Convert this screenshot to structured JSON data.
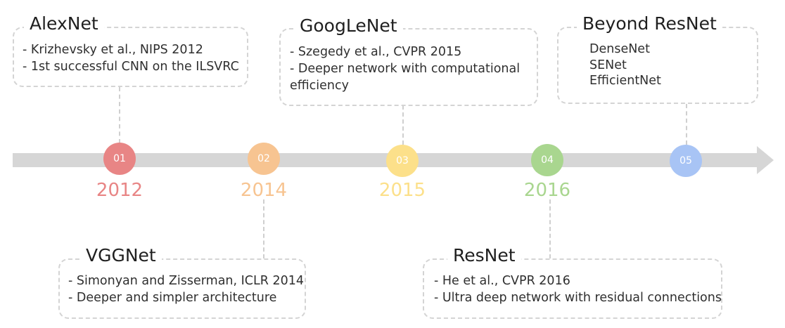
{
  "milestones": [
    {
      "num": "01",
      "year": "2012",
      "color": "#e88585",
      "title": "AlexNet",
      "lines": [
        "- Krizhevsky et al., NIPS 2012",
        "- 1st successful CNN on the ILSVRC"
      ]
    },
    {
      "num": "02",
      "year": "2014",
      "color": "#f7c491",
      "title": "VGGNet",
      "lines": [
        "- Simonyan and Zisserman, ICLR 2014",
        "- Deeper and simpler architecture"
      ]
    },
    {
      "num": "03",
      "year": "2015",
      "color": "#fce08a",
      "title": "GoogLeNet",
      "lines": [
        "- Szegedy et al., CVPR 2015",
        "- Deeper network with computational efficiency"
      ]
    },
    {
      "num": "04",
      "year": "2016",
      "color": "#a9d68f",
      "title": "ResNet",
      "lines": [
        "- He et al., CVPR 2016",
        "- Ultra deep network with residual connections"
      ]
    },
    {
      "num": "05",
      "year": "",
      "color": "#a8c4f5",
      "title": "Beyond ResNet",
      "lines": [
        "DenseNet",
        "SENet",
        "EfficientNet"
      ]
    }
  ]
}
